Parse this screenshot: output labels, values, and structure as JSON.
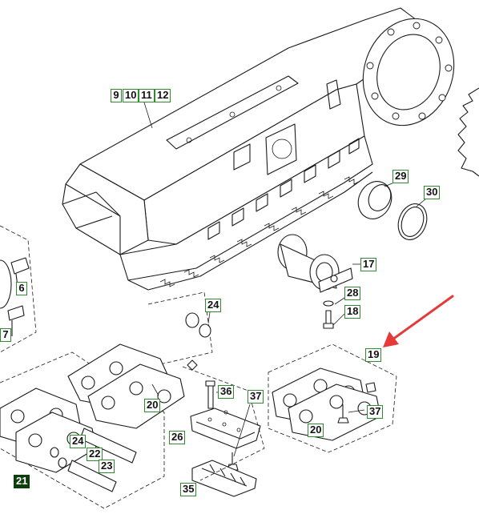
{
  "callouts": {
    "c9": "9",
    "c10": "10",
    "c11": "11",
    "c12": "12",
    "c29": "29",
    "c30": "30",
    "c6": "6",
    "c7": "7",
    "c17": "17",
    "c28": "28",
    "c18": "18",
    "c24a": "24",
    "c19": "19",
    "c36": "36",
    "c37a": "37",
    "c20a": "20",
    "c37b": "37",
    "c26": "26",
    "c20b": "20",
    "c24b": "24",
    "c22": "22",
    "c23": "23",
    "c21": "21",
    "c35": "35"
  },
  "colors": {
    "callout_border": "#2e8b2e",
    "callout_dark": "#0d3d0d",
    "arrow": "#e8393a",
    "line": "#1a1a1a"
  }
}
